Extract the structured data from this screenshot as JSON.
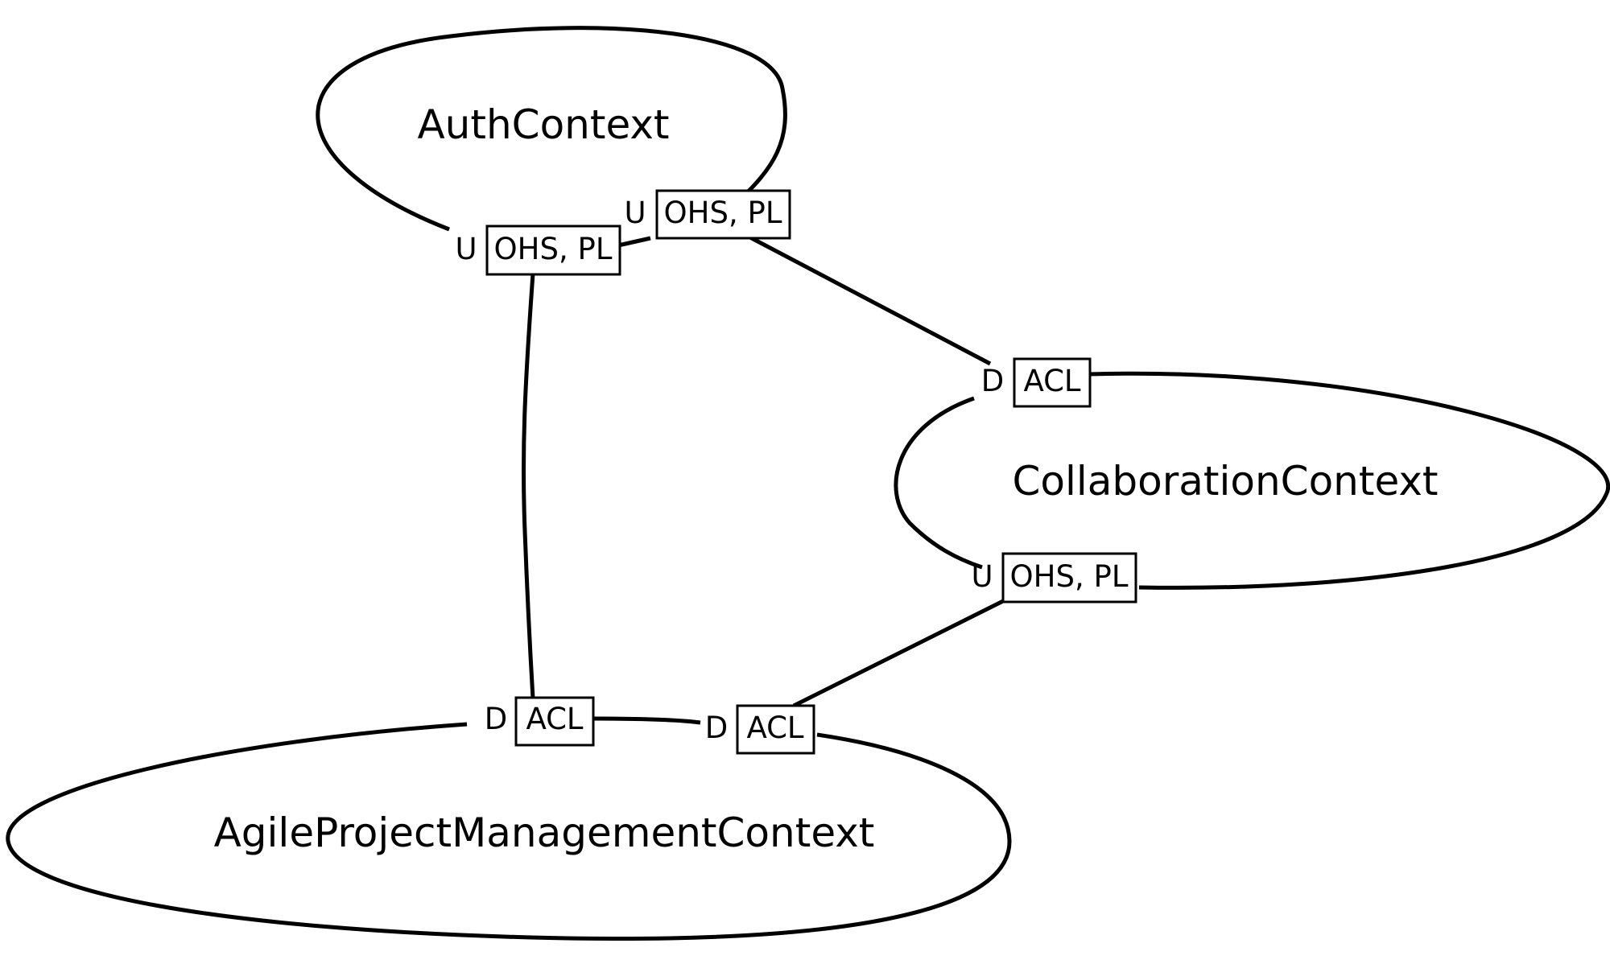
{
  "contexts": {
    "auth": {
      "name": "AuthContext"
    },
    "collaboration": {
      "name": "CollaborationContext"
    },
    "agile": {
      "name": "AgileProjectManagementContext"
    }
  },
  "relationships": [
    {
      "upstream": "AuthContext",
      "downstream": "AgileProjectManagementContext",
      "upstream_role": "U",
      "upstream_patterns": "OHS, PL",
      "downstream_role": "D",
      "downstream_patterns": "ACL"
    },
    {
      "upstream": "AuthContext",
      "downstream": "CollaborationContext",
      "upstream_role": "U",
      "upstream_patterns": "OHS, PL",
      "downstream_role": "D",
      "downstream_patterns": "ACL"
    },
    {
      "upstream": "CollaborationContext",
      "downstream": "AgileProjectManagementContext",
      "upstream_role": "U",
      "upstream_patterns": "OHS, PL",
      "downstream_role": "D",
      "downstream_patterns": "ACL"
    }
  ]
}
